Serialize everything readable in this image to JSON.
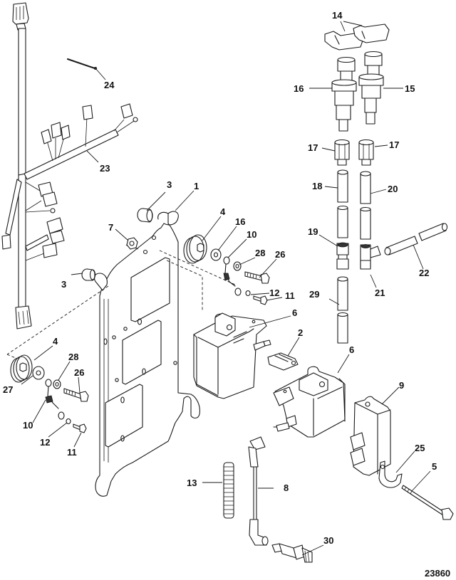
{
  "diagram": {
    "title": "Ignition components exploded view",
    "figure_number": "23860",
    "callouts": [
      {
        "id": "c1",
        "label": "1"
      },
      {
        "id": "c2",
        "label": "2"
      },
      {
        "id": "c3a",
        "label": "3"
      },
      {
        "id": "c3b",
        "label": "3"
      },
      {
        "id": "c4a",
        "label": "4"
      },
      {
        "id": "c4b",
        "label": "4"
      },
      {
        "id": "c5",
        "label": "5"
      },
      {
        "id": "c6a",
        "label": "6"
      },
      {
        "id": "c6b",
        "label": "6"
      },
      {
        "id": "c7",
        "label": "7"
      },
      {
        "id": "c8",
        "label": "8"
      },
      {
        "id": "c9",
        "label": "9"
      },
      {
        "id": "c10a",
        "label": "10"
      },
      {
        "id": "c10b",
        "label": "10"
      },
      {
        "id": "c11a",
        "label": "11"
      },
      {
        "id": "c11b",
        "label": "11"
      },
      {
        "id": "c12a",
        "label": "12"
      },
      {
        "id": "c12b",
        "label": "12"
      },
      {
        "id": "c13",
        "label": "13"
      },
      {
        "id": "c14",
        "label": "14"
      },
      {
        "id": "c15",
        "label": "15"
      },
      {
        "id": "c16a",
        "label": "16"
      },
      {
        "id": "c16b",
        "label": "16"
      },
      {
        "id": "c17a",
        "label": "17"
      },
      {
        "id": "c17b",
        "label": "17"
      },
      {
        "id": "c18",
        "label": "18"
      },
      {
        "id": "c19",
        "label": "19"
      },
      {
        "id": "c20",
        "label": "20"
      },
      {
        "id": "c21",
        "label": "21"
      },
      {
        "id": "c22",
        "label": "22"
      },
      {
        "id": "c23",
        "label": "23"
      },
      {
        "id": "c24",
        "label": "24"
      },
      {
        "id": "c25",
        "label": "25"
      },
      {
        "id": "c26a",
        "label": "26"
      },
      {
        "id": "c26b",
        "label": "26"
      },
      {
        "id": "c27",
        "label": "27"
      },
      {
        "id": "c28a",
        "label": "28"
      },
      {
        "id": "c28b",
        "label": "28"
      },
      {
        "id": "c29",
        "label": "29"
      },
      {
        "id": "c30",
        "label": "30"
      }
    ]
  }
}
